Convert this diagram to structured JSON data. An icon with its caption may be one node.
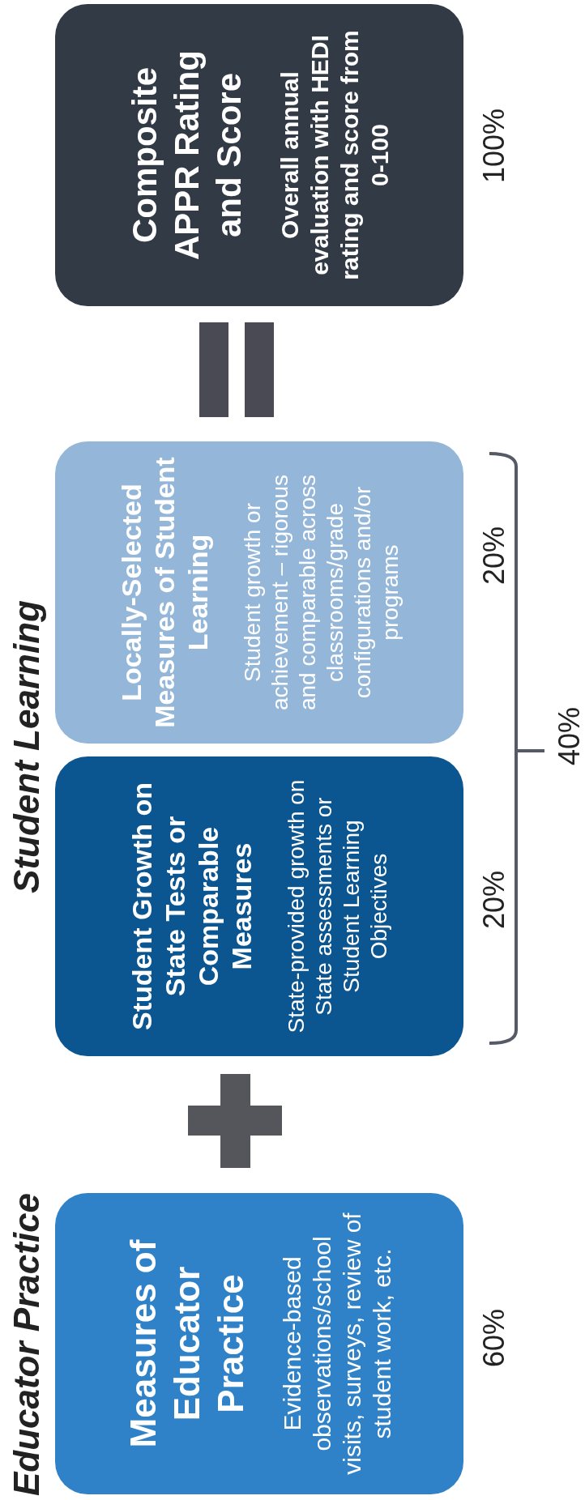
{
  "diagram": {
    "nodes": [
      {
        "text": [
          "Measures of Educator Practice",
          "Evidence-based observations/school visits, surveys, review of student work, etc."
        ],
        "beside": [
          "60%"
        ]
      },
      {
        "text": [
          "Student Growth on State Tests or Comparable Measures",
          "State-provided growth on State assessments or Student Learning Objectives"
        ],
        "beside": [
          "20%"
        ]
      },
      {
        "text": [
          "Locally-Selected Measures of Student Learning",
          "Student growth or achievement – rigorous and comparable across classrooms/grade configurations and/or programs"
        ],
        "beside": [
          "20%"
        ]
      },
      {
        "text": [
          "Composite APPR Rating and Score",
          "Overall annual evaluation with HEDI rating and score from 0-100"
        ],
        "beside": [
          "100%"
        ]
      }
    ],
    "labels": [
      "Educator Practice",
      "Student Learning",
      "40%"
    ]
  }
}
